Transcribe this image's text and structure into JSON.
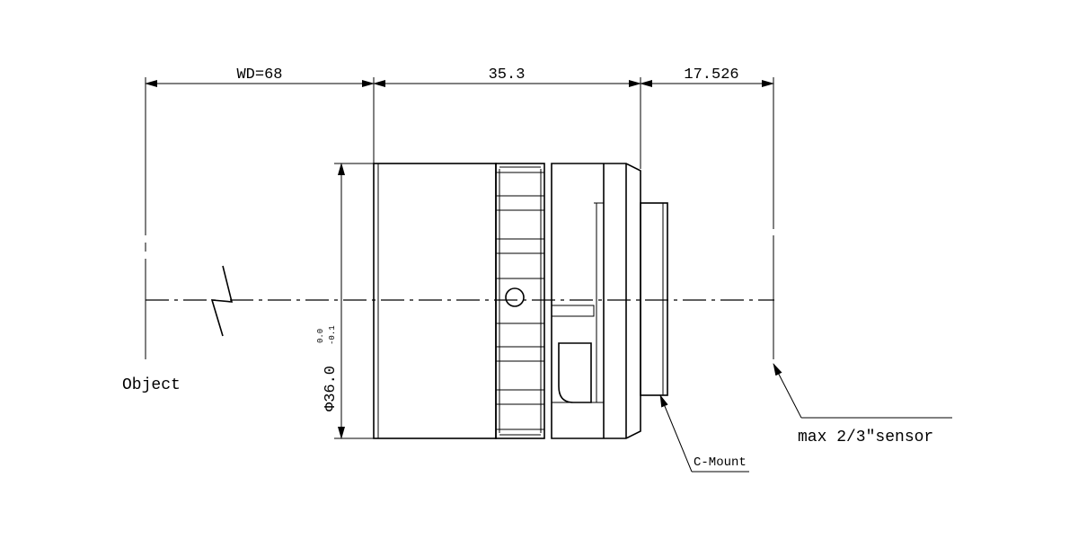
{
  "dimensions": {
    "working_distance": "WD=68",
    "lens_length": "35.3",
    "flange_distance": "17.526",
    "diameter": "Φ36.0",
    "diameter_tol_upper": "0.0",
    "diameter_tol_lower": "-0.1"
  },
  "labels": {
    "object": "Object",
    "sensor": "max 2/3\"sensor",
    "mount": "C-Mount"
  }
}
